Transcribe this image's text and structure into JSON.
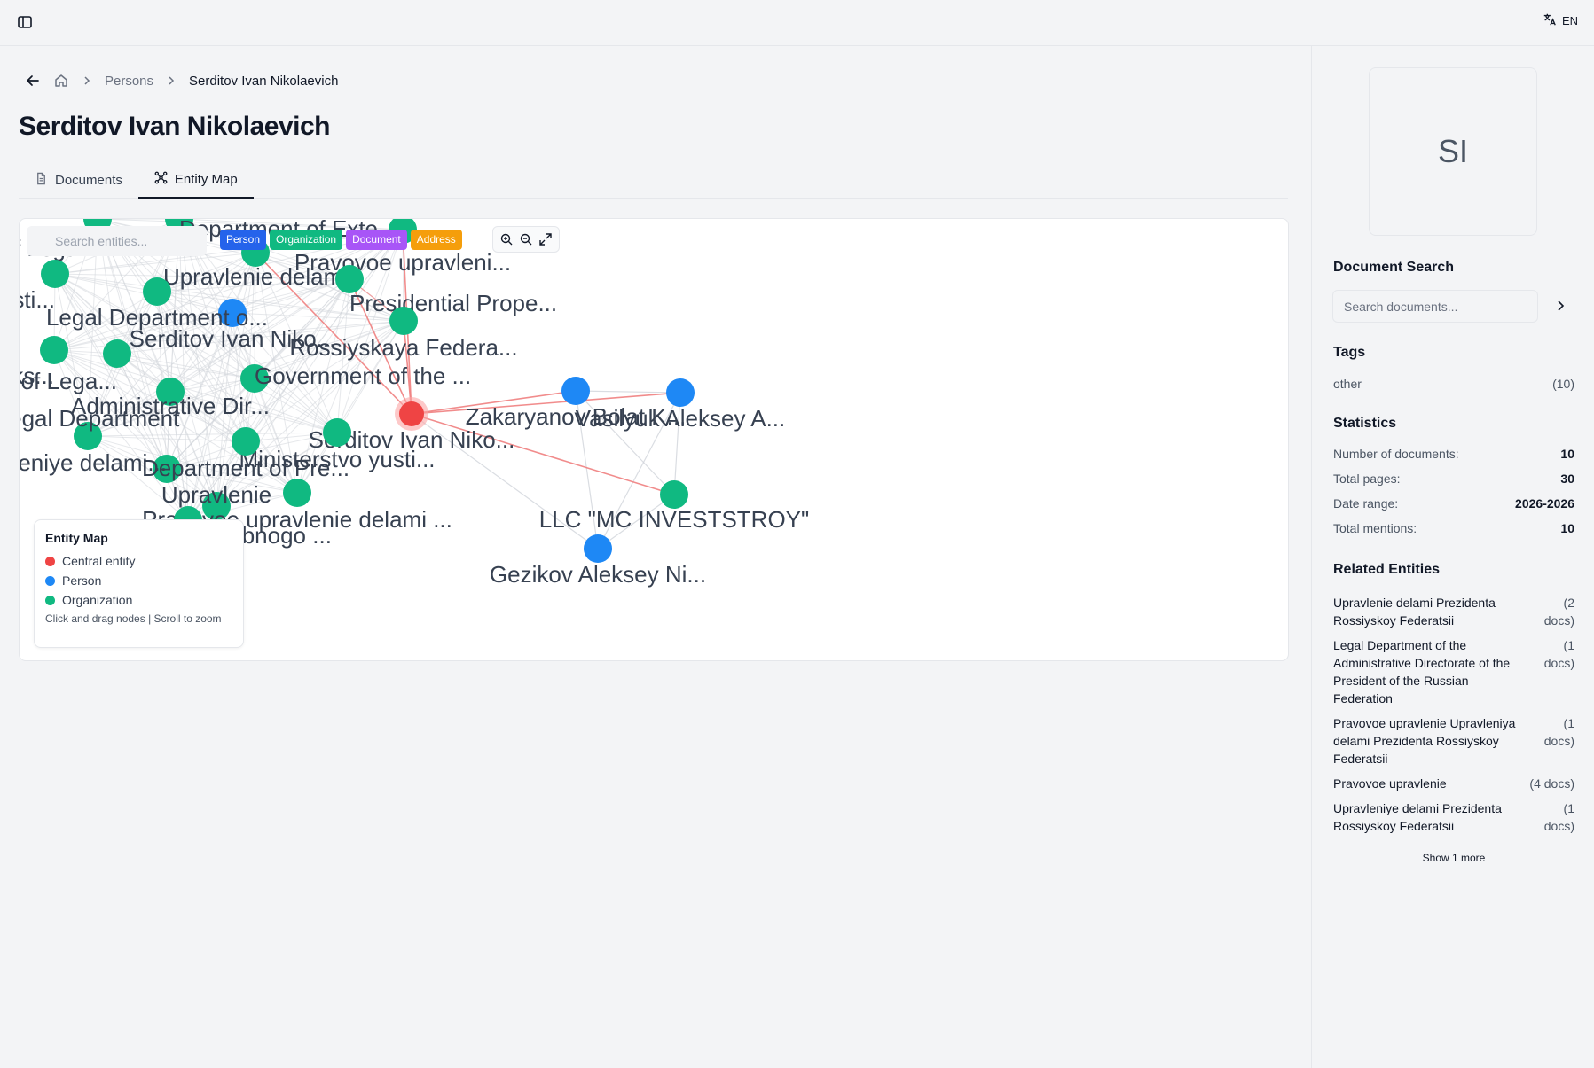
{
  "topbar": {
    "sidebar_toggle_icon": "sidebar-toggle-icon",
    "language_icon": "translate-icon",
    "language": "EN"
  },
  "breadcrumb": {
    "back_icon": "arrow-left-icon",
    "home_icon": "home-icon",
    "items": [
      "Persons",
      "Serditov Ivan Nikolaevich"
    ]
  },
  "page": {
    "title": "Serditov Ivan Nikolaevich"
  },
  "tabs": [
    {
      "label": "Documents",
      "icon": "document-icon",
      "active": false
    },
    {
      "label": "Entity Map",
      "icon": "network-icon",
      "active": true
    }
  ],
  "entity_map": {
    "search_placeholder": "Search entities...",
    "filters": [
      {
        "label": "Person",
        "color": "#2563eb"
      },
      {
        "label": "Organization",
        "color": "#10b981"
      },
      {
        "label": "Document",
        "color": "#a855f7"
      },
      {
        "label": "Address",
        "color": "#f59e0b"
      }
    ],
    "zoom_controls": [
      "zoom-in-icon",
      "zoom-out-icon",
      "fullscreen-icon"
    ],
    "colors": {
      "central": "#ef4444",
      "person": "#1e88f5",
      "organization": "#10b981",
      "edge": "#d1d5db",
      "central_edge": "#f08080"
    },
    "nodes": [
      {
        "id": "central",
        "type": "central",
        "label": "Serditov Ivan Niko..."
      },
      {
        "id": "p1",
        "type": "person",
        "label": "Zakaryanov Bolat K..."
      },
      {
        "id": "p2",
        "type": "person",
        "label": "Vasilyuk Aleksey A..."
      },
      {
        "id": "o1",
        "type": "organization",
        "label": "LLC \"MC INVESTSTROY\""
      },
      {
        "id": "p3",
        "type": "person",
        "label": "Gezikov Aleksey Ni..."
      },
      {
        "id": "p4",
        "type": "person",
        "label": "Serditov Ivan Niko..."
      },
      {
        "id": "o2",
        "type": "organization",
        "label": "Department of Exte..."
      },
      {
        "id": "o3",
        "type": "organization",
        "label": "Department of Lega..."
      },
      {
        "id": "o4",
        "type": "organization",
        "label": "Pravovoe upravleni..."
      },
      {
        "id": "o5",
        "type": "organization",
        "label": "Upravlenie delami"
      },
      {
        "id": "o6",
        "type": "organization",
        "label": "Ministerstvo iusti..."
      },
      {
        "id": "o7",
        "type": "organization",
        "label": "Presidential Prope..."
      },
      {
        "id": "o8",
        "type": "organization",
        "label": "Legal Department o..."
      },
      {
        "id": "o9",
        "type": "organization",
        "label": "Rossiyskaya Federa..."
      },
      {
        "id": "o10",
        "type": "organization",
        "label": "Pravovoy eks..."
      },
      {
        "id": "o11",
        "type": "organization",
        "label": "Department of Lega..."
      },
      {
        "id": "o12",
        "type": "organization",
        "label": "Government of the ..."
      },
      {
        "id": "o13",
        "type": "organization",
        "label": "Administrative Dir..."
      },
      {
        "id": "o14",
        "type": "organization",
        "label": "Legal Department"
      },
      {
        "id": "o15",
        "type": "organization",
        "label": "Upravleniye delami..."
      },
      {
        "id": "o16",
        "type": "organization",
        "label": "Ministerstvo yusti..."
      },
      {
        "id": "o17",
        "type": "organization",
        "label": "Department of Pre..."
      },
      {
        "id": "o18",
        "type": "organization",
        "label": "Upravlenie"
      },
      {
        "id": "o19",
        "type": "organization",
        "label": "Pravovoe upravlenie delami ..."
      },
      {
        "id": "o20",
        "type": "organization",
        "label": "Sudebnogo ..."
      }
    ],
    "legend": {
      "title": "Entity Map",
      "items": [
        {
          "label": "Central entity",
          "color": "#ef4444"
        },
        {
          "label": "Person",
          "color": "#1e88f5"
        },
        {
          "label": "Organization",
          "color": "#10b981"
        }
      ],
      "hint": "Click and drag nodes | Scroll to zoom"
    }
  },
  "side_panel": {
    "avatar_initials": "SI",
    "document_search": {
      "title": "Document Search",
      "placeholder": "Search documents...",
      "go_icon": "chevron-right-icon"
    },
    "tags": {
      "title": "Tags",
      "items": [
        {
          "label": "other",
          "count": "(10)"
        }
      ]
    },
    "statistics": {
      "title": "Statistics",
      "rows": [
        {
          "label": "Number of documents:",
          "value": "10"
        },
        {
          "label": "Total pages:",
          "value": "30"
        },
        {
          "label": "Date range:",
          "value": "2026-2026"
        },
        {
          "label": "Total mentions:",
          "value": "10"
        }
      ]
    },
    "related_entities": {
      "title": "Related Entities",
      "items": [
        {
          "name": "Upravlenie delami Prezidenta Rossiyskoy Federatsii",
          "count": "(2 docs)"
        },
        {
          "name": "Legal Department of the Administrative Directorate of the President of the Russian Federation",
          "count": "(1 docs)"
        },
        {
          "name": "Pravovoe upravlenie Upravleniya delami Prezidenta Rossiyskoy Federatsii",
          "count": "(1 docs)"
        },
        {
          "name": "Pravovoe upravlenie",
          "count": "(4 docs)"
        },
        {
          "name": "Upravleniye delami Prezidenta Rossiyskoy Federatsii",
          "count": "(1 docs)"
        }
      ],
      "show_more": "Show 1 more"
    }
  }
}
